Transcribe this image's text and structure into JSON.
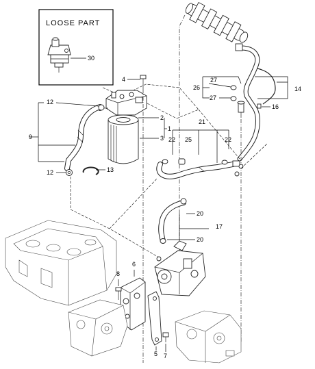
{
  "loose_part": {
    "title": "LOOSE PART"
  },
  "callouts": {
    "c1": "1",
    "c2": "2",
    "c3": "3",
    "c4": "4",
    "c5": "5",
    "c6": "6",
    "c7": "7",
    "c8": "8",
    "c9": "9",
    "c12a": "12",
    "c12b": "12",
    "c13": "13",
    "c14": "14",
    "c16": "16",
    "c17": "17",
    "c20a": "20",
    "c20b": "20",
    "c21": "21",
    "c22a": "22",
    "c22b": "22",
    "c25": "25",
    "c26": "26",
    "c27a": "27",
    "c27b": "27",
    "c30": "30"
  }
}
